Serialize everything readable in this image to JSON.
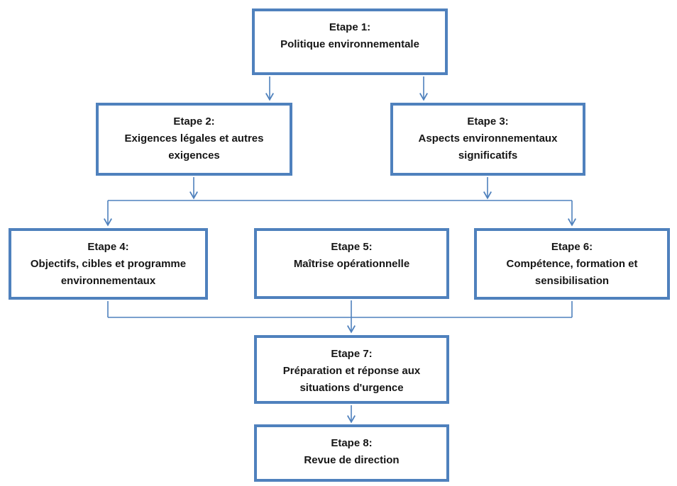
{
  "diagram": {
    "type": "flowchart",
    "language": "fr",
    "colors": {
      "box_border": "#4f81bd",
      "connector": "#4f81bd",
      "text": "#161616",
      "background": "#ffffff"
    },
    "boxes": [
      {
        "id": "etape-1",
        "title": "Etape 1:",
        "text": "Politique environnementale"
      },
      {
        "id": "etape-2",
        "title": "Etape 2:",
        "text": "Exigences légales et autres\nexigences"
      },
      {
        "id": "etape-3",
        "title": "Etape 3:",
        "text": "Aspects environnementaux\nsignificatifs"
      },
      {
        "id": "etape-4",
        "title": "Etape 4:",
        "text": "Objectifs, cibles et programme\nenvironnementaux"
      },
      {
        "id": "etape-5",
        "title": "Etape 5:",
        "text": "Maîtrise opérationnelle"
      },
      {
        "id": "etape-6",
        "title": "Etape 6:",
        "text": "Compétence, formation et\nsensibilisation"
      },
      {
        "id": "etape-7",
        "title": "Etape 7:",
        "text": "Préparation et réponse aux\nsituations d'urgence"
      },
      {
        "id": "etape-8",
        "title": "Etape 8:",
        "text": "Revue de direction"
      }
    ],
    "connections": [
      "Etape 1 -> Etape 2",
      "Etape 1 -> Etape 3",
      "Etape 2 -> junction -> Etape 4 / Etape 6",
      "Etape 3 -> junction -> Etape 4 / Etape 6",
      "Etape 4 -> junction2",
      "Etape 6 -> junction2",
      "Etape 5 -> Etape 7",
      "Etape 7 -> Etape 8"
    ]
  }
}
